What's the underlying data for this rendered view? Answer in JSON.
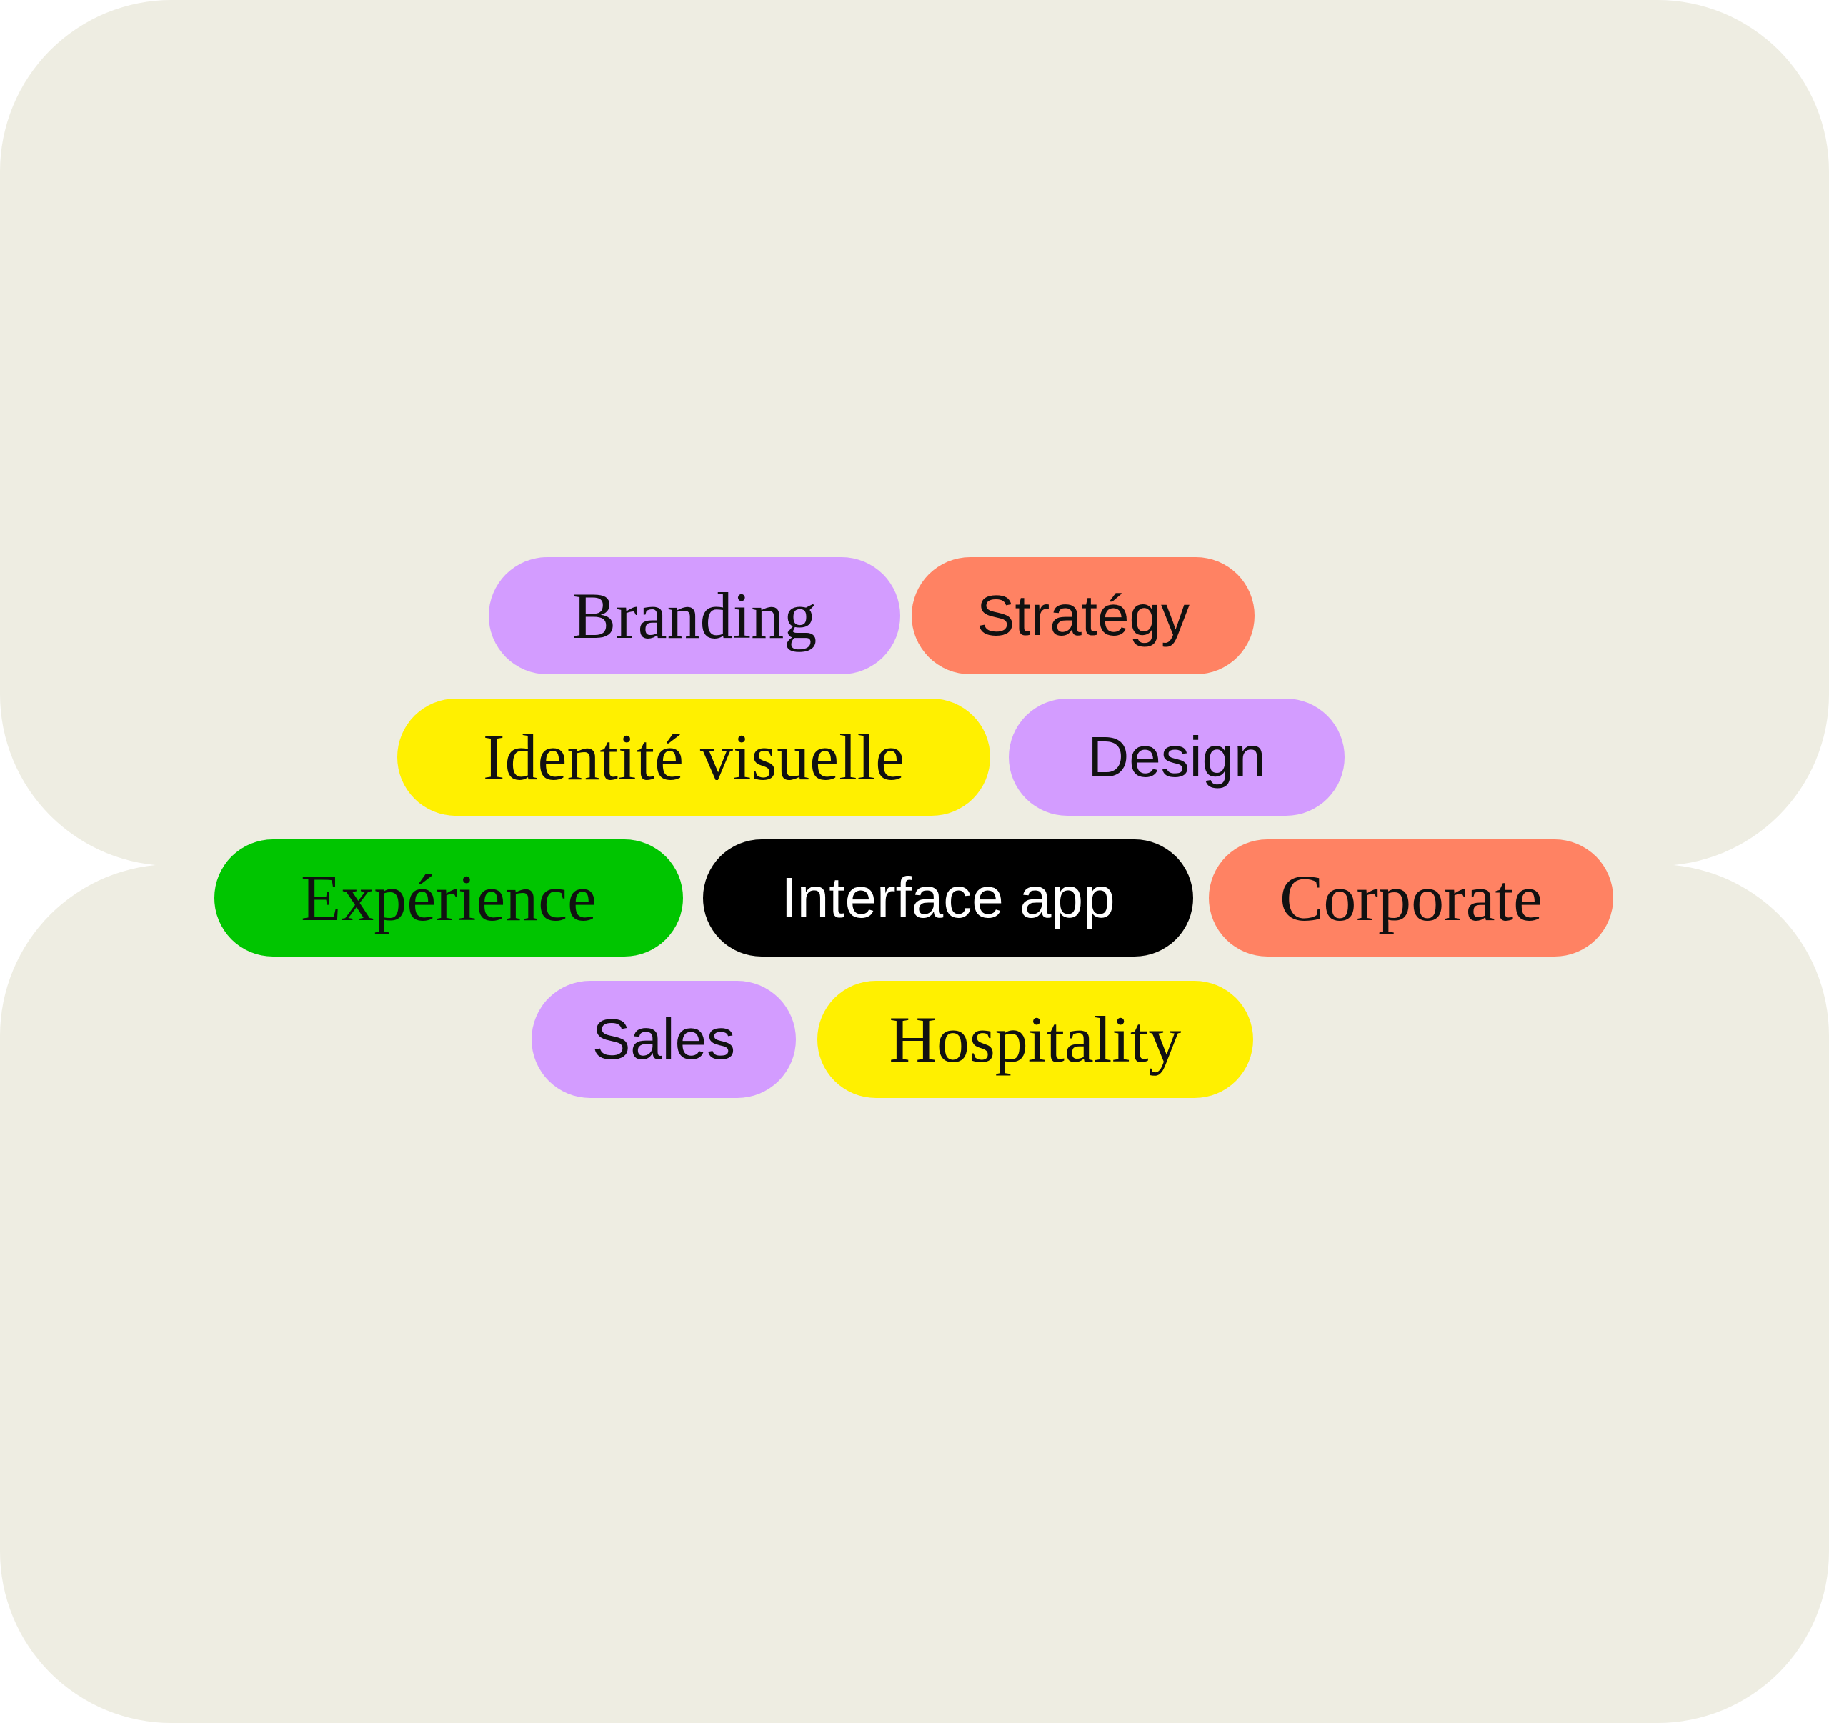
{
  "tags": [
    {
      "label": "Branding",
      "color": "#d39cff"
    },
    {
      "label": "Stratégy",
      "color": "#ff8263"
    },
    {
      "label": "Identité visuelle",
      "color": "#fff000"
    },
    {
      "label": "Design",
      "color": "#d39cff"
    },
    {
      "label": "Expérience",
      "color": "#00c500"
    },
    {
      "label": "Interface app",
      "color": "#000000"
    },
    {
      "label": "Corporate",
      "color": "#ff8263"
    },
    {
      "label": "Sales",
      "color": "#d39cff"
    },
    {
      "label": "Hospitality",
      "color": "#fff000"
    }
  ],
  "background_color": "#eeede2"
}
